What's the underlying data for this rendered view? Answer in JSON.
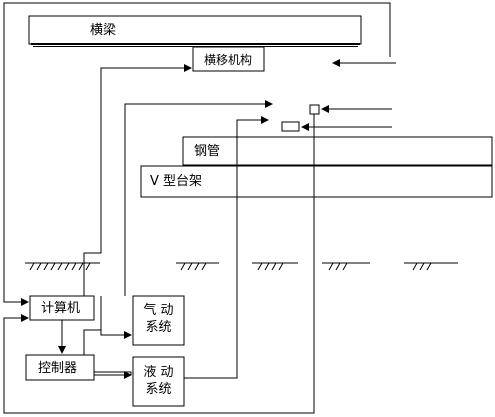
{
  "labels": {
    "beam": "横梁",
    "traverse": "横移机构",
    "pipe": "钢管",
    "vframe": "V 型台架",
    "computer": "计算机",
    "controller": "控制器",
    "pneumatic_line1": "气 动",
    "pneumatic_line2": "系统",
    "hydraulic_line1": "液 动",
    "hydraulic_line2": "系统"
  }
}
